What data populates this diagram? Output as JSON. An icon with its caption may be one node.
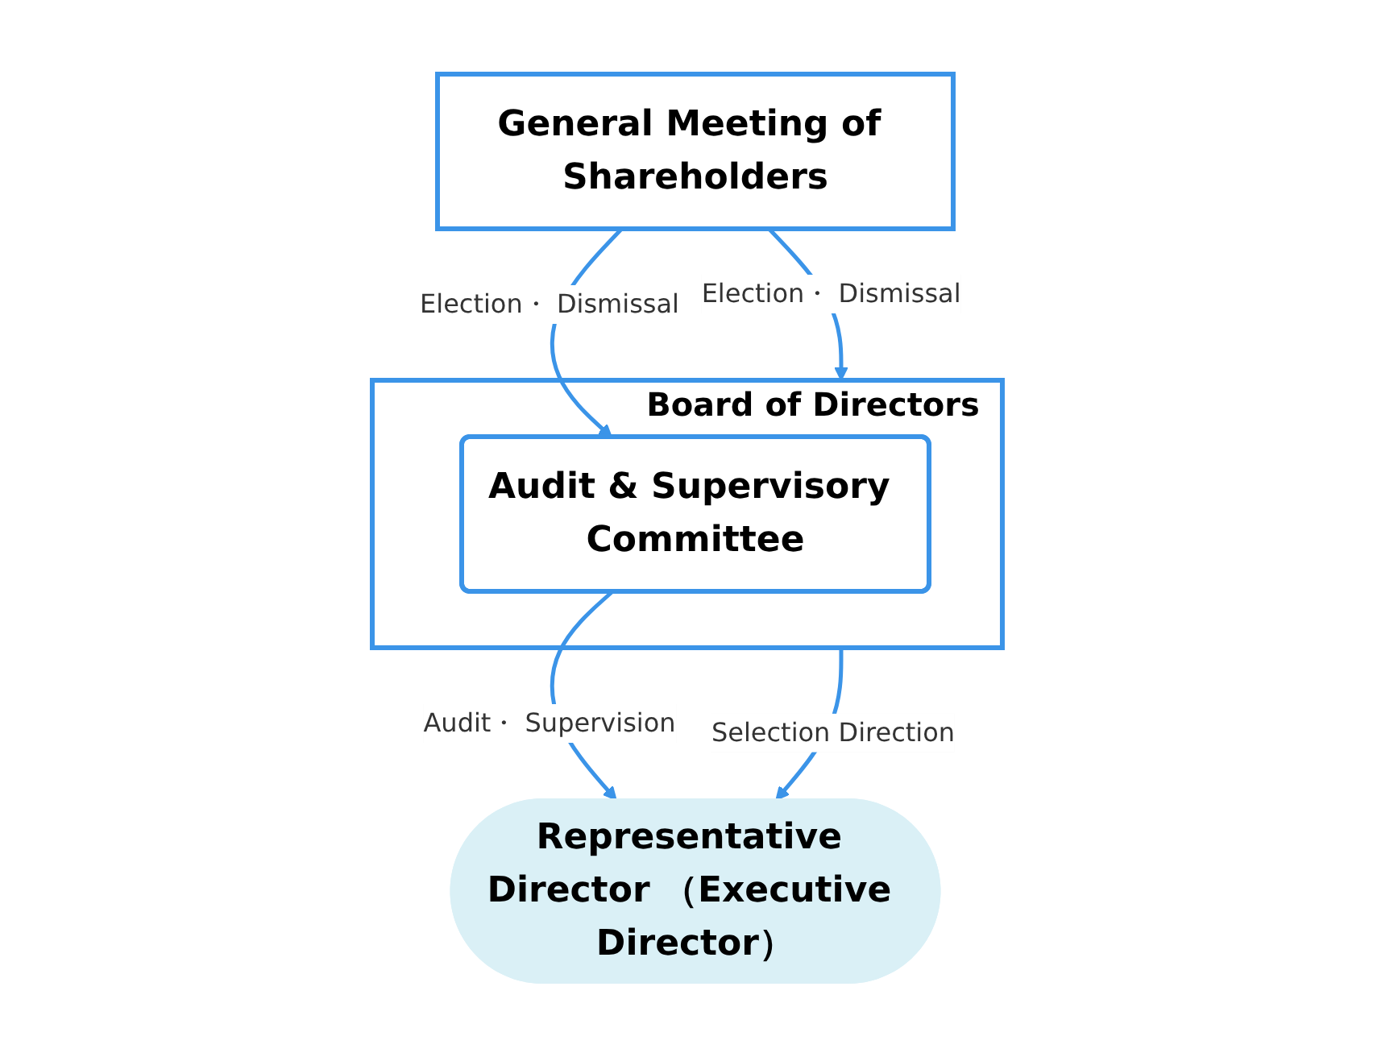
{
  "diagram": {
    "nodes": [
      {
        "text": [
          "General Meeting of Shareholders"
        ]
      },
      {
        "text": [
          "Board of Directors"
        ]
      },
      {
        "text": [
          "Audit & Supervisory Committee"
        ],
        "in": 1
      },
      {
        "text": [
          "Representative Director （Executive Director）"
        ]
      }
    ],
    "edges": [
      {
        "from": 0,
        "to": 1,
        "arrow": "to",
        "label": "Election・ Dismissal"
      },
      {
        "from": 0,
        "to": 2,
        "arrow": "to",
        "label": "Election・ Dismissal"
      },
      {
        "from": 1,
        "to": 3,
        "arrow": "to",
        "label": "Selection Direction"
      },
      {
        "from": 2,
        "to": 3,
        "arrow": "to",
        "label": "Audit・ Supervision"
      }
    ]
  }
}
